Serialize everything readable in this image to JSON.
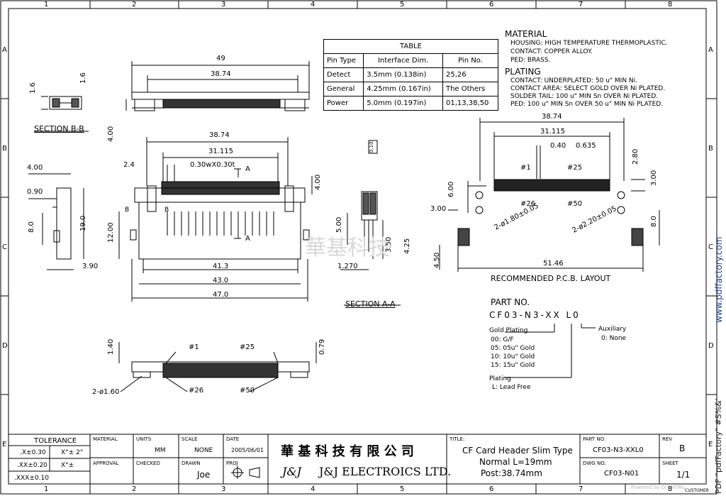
{
  "border": {
    "columns": [
      "1",
      "2",
      "3",
      "4",
      "5",
      "6",
      "7",
      "8"
    ],
    "rows": [
      "A",
      "B",
      "C",
      "D",
      "E"
    ]
  },
  "table": {
    "title": "TABLE",
    "headers": [
      "Pin Type",
      "Interface Dim.",
      "Pin No."
    ],
    "rows": [
      [
        "Detect",
        "3.5mm (0.138in)",
        "25,26"
      ],
      [
        "General",
        "4.25mm (0.167in)",
        "The Others"
      ],
      [
        "Power",
        "5.0mm (0.197in)",
        "01,13,38,50"
      ]
    ]
  },
  "material": {
    "heading": "MATERIAL",
    "lines": [
      "HOUSING: HIGH TEMPERATURE THERMOPLASTIC.",
      "CONTACT: COPPER ALLOY.",
      "PED: BRASS."
    ],
    "plating_heading": "PLATING",
    "plating_lines": [
      "CONTACT: UNDERPLATED: 50 u\" MIN Ni.",
      "CONTACT AREA: SELECT GOLD OVER Ni PLATED.",
      "SOLDER TAIL: 100 u\" MIN Sn OVER Ni PLATED.",
      "PED: 100 u\" MIN Sn OVER 50 u\" MIN Ni PLATED."
    ]
  },
  "views": {
    "section_bb": "SECTION B-B",
    "section_aa": "SECTION A-A",
    "pcb_layout": "RECOMMENDED P.C.B. LAYOUT",
    "watermark": "華基科技"
  },
  "dims": {
    "top_49": "49",
    "top_3874": "38.74",
    "top_16a": "1.6",
    "top_16b": "1.6",
    "top_400": "4.00",
    "mid_3874": "38.74",
    "mid_31115": "31.115",
    "mid_24": "2.4",
    "mid_030": "0.30wX0.30t",
    "mid_a1": "A",
    "mid_a2": "A",
    "mid_b1": "B",
    "mid_b2": "B",
    "mid_400r": "4.00",
    "mid_1200": "12.00",
    "mid_413": "41.3",
    "mid_430": "43.0",
    "mid_470": "47.0",
    "side_400": "4.00",
    "side_090": "0.90",
    "side_80": "8.0",
    "side_190": "19.0",
    "side_390": "3.90",
    "aa_500": "5.00",
    "aa_350": "3.50",
    "aa_425": "4.25",
    "aa_1270": "1.270",
    "aa_flat": "0.10",
    "pcb_3874": "38.74",
    "pcb_31115": "31.115",
    "pcb_040": "0.40",
    "pcb_0635": "0.635",
    "pcb_280": "2.80",
    "pcb_300r": "3.00",
    "pcb_600": "6.00",
    "pcb_300l": "3.00",
    "pcb_p1": "#1",
    "pcb_p25": "#25",
    "pcb_p26": "#26",
    "pcb_p50": "#50",
    "pcb_hole1": "2-ø1.80±0.05",
    "pcb_hole2": "2-ø2.20±0.05",
    "pcb_80": "8.0",
    "pcb_450": "4.50",
    "pcb_5146": "51.46",
    "bot_140": "1.40",
    "bot_079": "0.79",
    "bot_p1": "#1",
    "bot_p25": "#25",
    "bot_p26": "#26",
    "bot_p50": "#50",
    "bot_hole": "2-ø1.60"
  },
  "part": {
    "heading": "PART NO.",
    "code": "CF03-N3-XX L0",
    "gold_heading": "Gold Plating",
    "gold_lines": [
      "00: G/F",
      "05: 05u\" Gold",
      "10: 10u\" Gold",
      "15: 15u\" Gold"
    ],
    "aux_heading": "Auxiliary",
    "aux_line": "0: None",
    "plating_heading": "Plating",
    "plating_line": "L: Lead Free"
  },
  "title_block": {
    "tolerance_label": "TOLERANCE",
    "tol_rows": [
      [
        ".X±0.30",
        "X°± 2°"
      ],
      [
        ".XX±0.20",
        "X°±"
      ],
      [
        ".XXX±0.10",
        ""
      ]
    ],
    "material_label": "MATERIAL",
    "units_label": "UNITS",
    "units_value": "MM",
    "scale_label": "SCALE",
    "scale_value": "NONE",
    "date_label": "DATE",
    "date_value": "2005/06/01",
    "approval_label": "APPROVAL",
    "checked_label": "CHECKED",
    "drawn_label": "DRAWN",
    "drawn_value": "Joe",
    "proj_label": "PROJ",
    "company_cn": "華 基 科 技 有 限 公 司",
    "company_logo": "J&J",
    "company_en": "J&J ELECTROICS LTD.",
    "title_label": "TITLE:",
    "title_lines": [
      "CF Card Header Slim Type",
      "Normal L=19mm",
      "Post:38.74mm"
    ],
    "partno_label": "PART NO.",
    "partno_value": "CF03-N3-XXL0",
    "rev_label": "REV",
    "rev_value": "B",
    "dwg_label": "DWG NO.",
    "dwg_value": "CF03-N01",
    "sheet_label": "SHEET",
    "sheet_value": "1/1",
    "customer_label": "CUSTOMER"
  },
  "side_text": {
    "url": "www.pdffactory.com",
    "brand": "PDF \"pdfFactory\" #S%&'",
    "footer": "Powered by DIY HTML"
  }
}
